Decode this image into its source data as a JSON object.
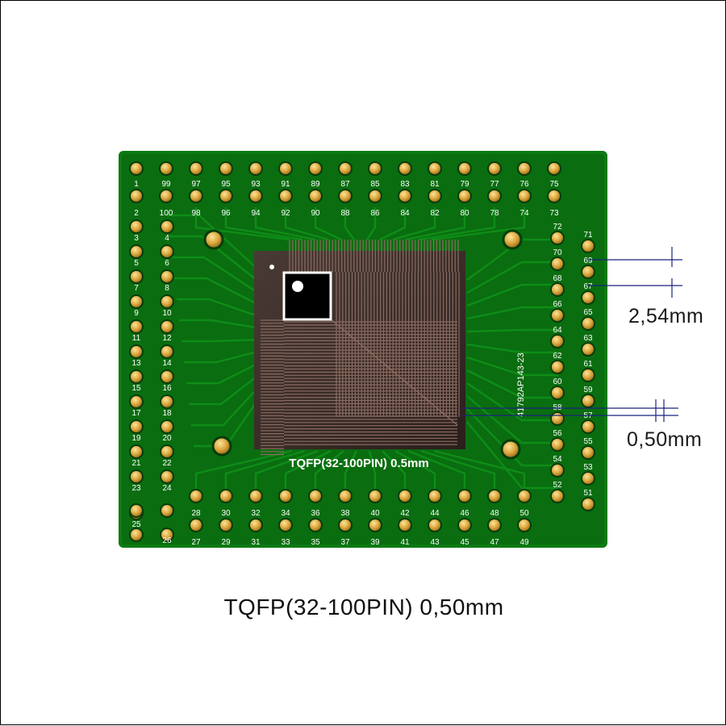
{
  "product": {
    "caption": "TQFP(32-100PIN) 0,50mm",
    "silk_title": "TQFP(32-100PIN) 0.5mm",
    "silk_code": "41792AP143-23",
    "dim_pitch_header": "2,54mm",
    "dim_pitch_chip": "0,50mm"
  },
  "pins": {
    "top_odd": [
      "1",
      "99",
      "97",
      "95",
      "93",
      "91",
      "89",
      "87",
      "85",
      "83",
      "81",
      "79",
      "77",
      "76",
      "75"
    ],
    "top_even": [
      "2",
      "100",
      "98",
      "96",
      "94",
      "92",
      "90",
      "88",
      "86",
      "84",
      "82",
      "80",
      "78",
      "74",
      "73"
    ],
    "left_odd": [
      "3",
      "5",
      "7",
      "9",
      "11",
      "13",
      "15",
      "17",
      "19",
      "21",
      "23",
      "25"
    ],
    "left_even": [
      "4",
      "6",
      "8",
      "10",
      "12",
      "14",
      "16",
      "18",
      "20",
      "22",
      "24",
      "26"
    ],
    "right_outer": [
      "72",
      "71",
      "70",
      "69",
      "68",
      "67",
      "66",
      "65",
      "64",
      "63",
      "62",
      "61",
      "60",
      "59",
      "58",
      "57",
      "56",
      "55",
      "54",
      "53",
      "52",
      "51"
    ],
    "bottom_even": [
      "28",
      "30",
      "32",
      "34",
      "36",
      "38",
      "40",
      "42",
      "44",
      "46",
      "48",
      "50"
    ],
    "bottom_odd": [
      "27",
      "29",
      "31",
      "33",
      "35",
      "37",
      "39",
      "41",
      "43",
      "45",
      "47",
      "49"
    ]
  },
  "colors": {
    "board": "#0b7a12",
    "board_dark": "#054d0a",
    "pad": "#d9a43a",
    "silk": "#ffffff",
    "copper": "#3a2a22",
    "dim_line": "#1a237e"
  }
}
